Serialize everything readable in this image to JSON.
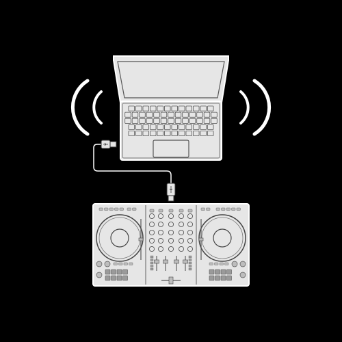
{
  "diagram": {
    "subject": "laptop-connected-to-dj-controller-via-usb",
    "components": [
      {
        "id": "laptop",
        "icon": "laptop-icon"
      },
      {
        "id": "sound-waves-left",
        "icon": "sound-wave-icon"
      },
      {
        "id": "sound-waves-right",
        "icon": "sound-wave-icon"
      },
      {
        "id": "usb-cable",
        "icon": "usb-cable-icon"
      },
      {
        "id": "dj-controller",
        "icon": "dj-controller-icon"
      }
    ]
  },
  "colors": {
    "background": "#000000",
    "line": "#ffffff",
    "fill_light": "#e6e6e6",
    "fill_mid": "#bdbdbd",
    "fill_dark": "#9a9a9a"
  }
}
